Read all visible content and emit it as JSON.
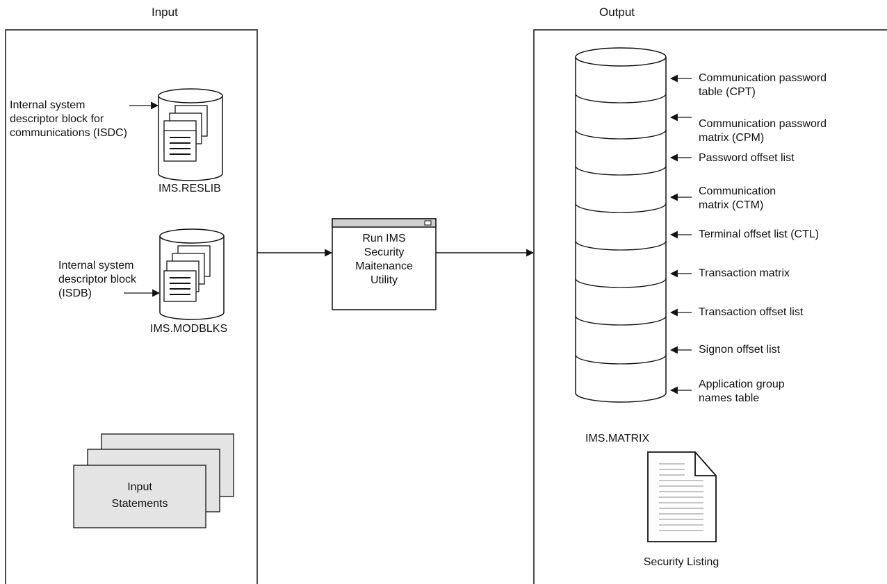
{
  "input_panel": {
    "heading": "Input",
    "isdc": {
      "caption_lines": [
        "Internal system",
        "descriptor block for",
        "communications (ISDC)"
      ],
      "dataset": "IMS.RESLIB"
    },
    "isdb": {
      "caption_lines": [
        "Internal system",
        "descriptor block",
        "(ISDB)"
      ],
      "dataset": "IMS.MODBLKS"
    },
    "statements": {
      "lines": [
        "Input",
        "Statements"
      ]
    }
  },
  "utility": {
    "lines": [
      "Run IMS",
      "Security",
      "Maitenance",
      "Utility"
    ]
  },
  "output_panel": {
    "heading": "Output",
    "matrix_dataset": "IMS.MATRIX",
    "tables": [
      {
        "lines": [
          "Communication password",
          "table (CPT)"
        ]
      },
      {
        "lines": [
          "Communication password",
          "matrix (CPM)"
        ]
      },
      {
        "lines": [
          "Password offset list"
        ]
      },
      {
        "lines": [
          "Communication",
          "matrix (CTM)"
        ]
      },
      {
        "lines": [
          "Terminal offset list (CTL)"
        ]
      },
      {
        "lines": [
          "Transaction matrix"
        ]
      },
      {
        "lines": [
          "Transaction offset list"
        ]
      },
      {
        "lines": [
          "Signon offset list"
        ]
      },
      {
        "lines": [
          "Application group",
          "names table"
        ]
      }
    ],
    "listing": "Security Listing"
  },
  "colors": {
    "line": "#111111",
    "card_fill": "#e4e4e4",
    "titlebar_fill": "#cfcfcf",
    "background": "#ffffff"
  }
}
